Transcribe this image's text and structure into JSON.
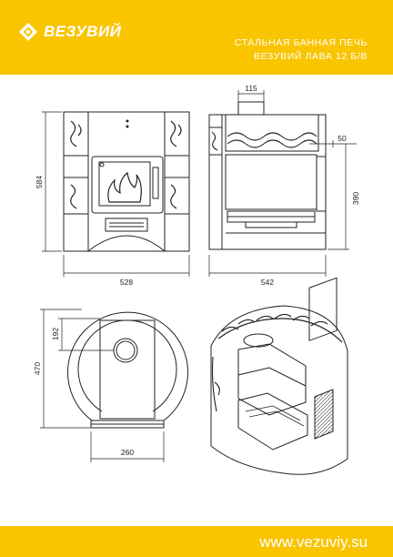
{
  "header": {
    "brand": "ВЕЗУВИЙ",
    "title_line1": "СТАЛЬНАЯ БАННАЯ ПЕЧЬ",
    "title_line2": "ВЕЗУВИЙ ЛАВА 12 Б/В"
  },
  "footer": {
    "url": "www.vezuviy.su"
  },
  "dimensions": {
    "front_height": "584",
    "front_width": "528",
    "side_flue": "115",
    "side_offset": "50",
    "side_height": "390",
    "side_depth": "542",
    "top_offset": "192",
    "top_depth": "470",
    "top_door": "260"
  }
}
